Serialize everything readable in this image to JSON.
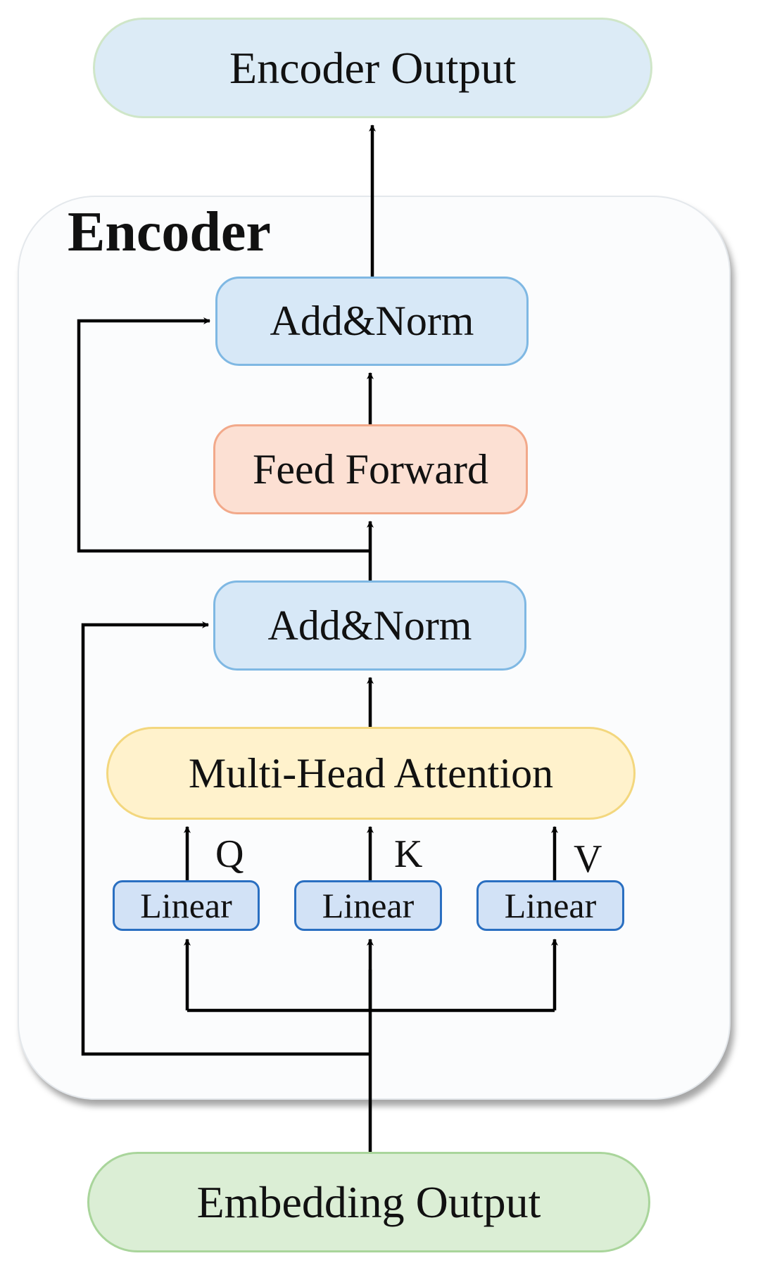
{
  "diagram": {
    "encoder_output": "Encoder Output",
    "encoder_title": "Encoder",
    "add_norm_top": "Add&Norm",
    "feed_forward": "Feed Forward",
    "add_norm_bottom": "Add&Norm",
    "multi_head_attention": "Multi-Head Attention",
    "q_label": "Q",
    "k_label": "K",
    "v_label": "V",
    "linear_q": "Linear",
    "linear_k": "Linear",
    "linear_v": "Linear",
    "embedding_output": "Embedding Output"
  },
  "colors": {
    "line": "#000000",
    "output_fill": "#dcebf6",
    "input_fill": "#dbeed5",
    "add_norm_fill": "#d7e8f7",
    "feed_forward_fill": "#fce0d3",
    "attention_fill": "#fff2cc",
    "linear_fill": "#d2e2f6"
  }
}
